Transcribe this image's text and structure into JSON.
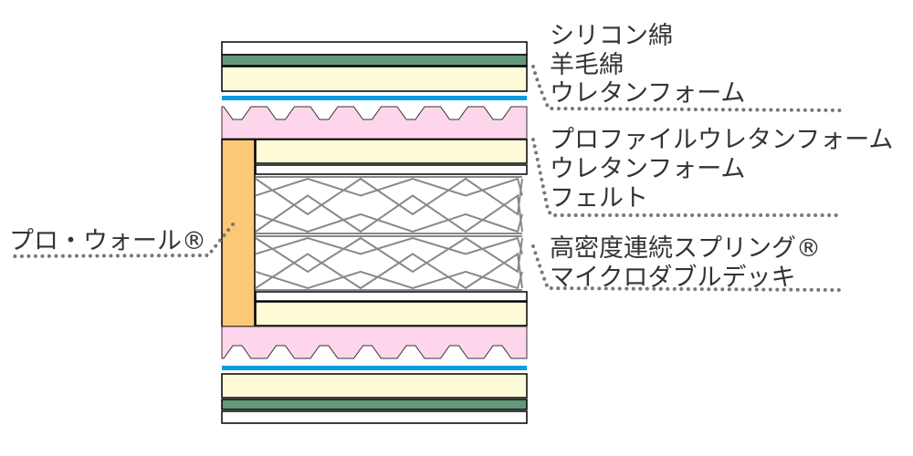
{
  "colors": {
    "green": "#64987a",
    "cream": "#fefbd9",
    "blue": "#0a9be3",
    "pink": "#fdd6ec",
    "orange": "#fbc877",
    "spring": "#888888",
    "dots": "#777777"
  },
  "labels": {
    "top_group": [
      "シリコン綿",
      "羊毛綿",
      "ウレタンフォーム"
    ],
    "middle_group": [
      "プロファイルウレタンフォーム",
      "ウレタンフォーム",
      "フェルト"
    ],
    "spring_group": [
      "高密度連続スプリング®",
      "マイクロダブルデッキ"
    ],
    "side_wall": "プロ・ウォール®"
  }
}
